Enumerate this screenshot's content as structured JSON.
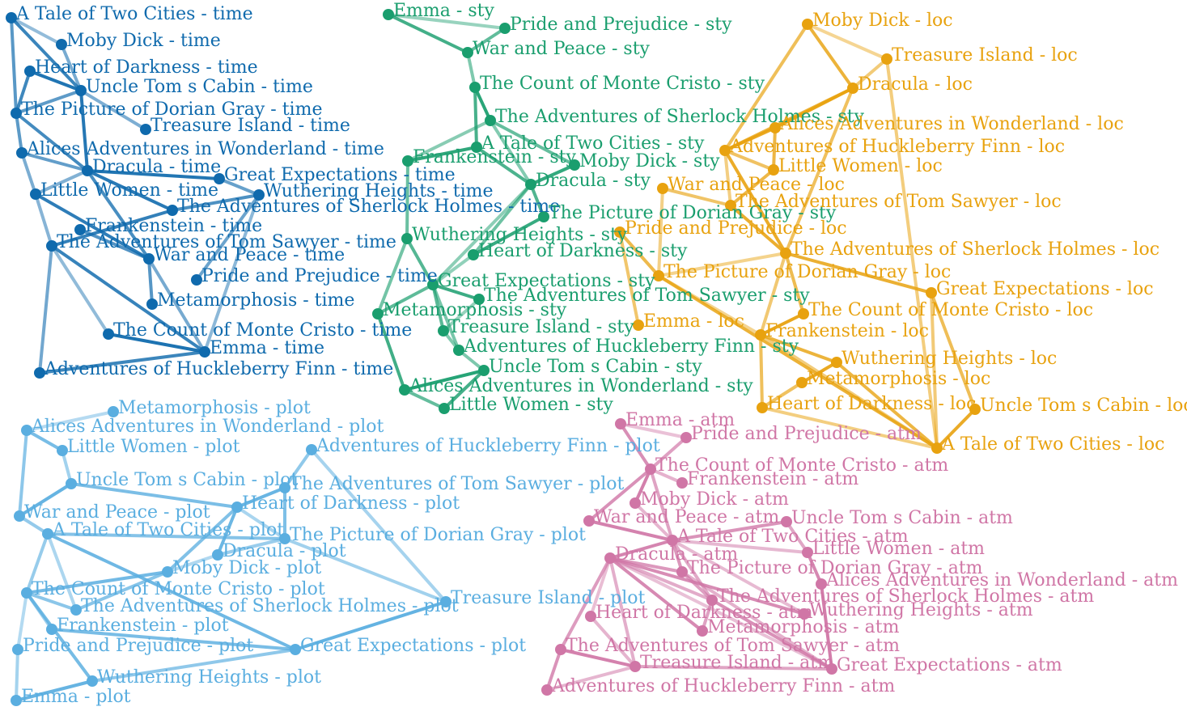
{
  "clusters": [
    {
      "id": "time",
      "color": "#0f6aad",
      "edge_color": "#0f6aad",
      "nodes": [
        {
          "label": "A Tale of Two Cities - time"
        },
        {
          "label": "Moby Dick - time"
        },
        {
          "label": "Heart of Darkness - time"
        },
        {
          "label": "Uncle Tom s Cabin - time"
        },
        {
          "label": "The Picture of Dorian Gray - time"
        },
        {
          "label": "Treasure Island - time"
        },
        {
          "label": "Alices Adventures in Wonderland - time"
        },
        {
          "label": "Dracula - time"
        },
        {
          "label": "Great Expectations - time"
        },
        {
          "label": "Little Women - time"
        },
        {
          "label": "Wuthering Heights - time"
        },
        {
          "label": "The Adventures of Sherlock Holmes - time"
        },
        {
          "label": "Frankenstein - time"
        },
        {
          "label": "The Adventures of Tom Sawyer - time"
        },
        {
          "label": "War and Peace - time"
        },
        {
          "label": "Pride and Prejudice - time"
        },
        {
          "label": "Metamorphosis - time"
        },
        {
          "label": "The Count of Monte Cristo - time"
        },
        {
          "label": "Emma - time"
        },
        {
          "label": "Adventures of Huckleberry Finn - time"
        }
      ],
      "edges": [
        [
          0,
          1
        ],
        [
          0,
          3
        ],
        [
          0,
          4
        ],
        [
          1,
          3
        ],
        [
          2,
          3
        ],
        [
          2,
          4
        ],
        [
          3,
          4
        ],
        [
          3,
          5
        ],
        [
          3,
          7
        ],
        [
          4,
          7
        ],
        [
          6,
          7
        ],
        [
          7,
          9
        ],
        [
          7,
          11
        ],
        [
          7,
          14
        ],
        [
          8,
          10
        ],
        [
          9,
          13
        ],
        [
          9,
          14
        ],
        [
          10,
          11
        ],
        [
          10,
          15
        ],
        [
          10,
          18
        ],
        [
          11,
          13
        ],
        [
          12,
          14
        ],
        [
          13,
          19
        ],
        [
          13,
          17
        ],
        [
          13,
          18
        ],
        [
          14,
          16
        ],
        [
          14,
          18
        ],
        [
          17,
          18
        ],
        [
          18,
          19
        ],
        [
          4,
          6
        ],
        [
          6,
          9
        ],
        [
          7,
          8
        ]
      ]
    },
    {
      "id": "sty",
      "color": "#1a9e6e",
      "edge_color": "#1a9e6e",
      "nodes": [
        {
          "label": "Emma - sty"
        },
        {
          "label": "Pride and Prejudice - sty"
        },
        {
          "label": "War and Peace - sty"
        },
        {
          "label": "The Count of Monte Cristo - sty"
        },
        {
          "label": "The Adventures of Sherlock Holmes - sty"
        },
        {
          "label": "A Tale of Two Cities - sty"
        },
        {
          "label": "Frankenstein - sty"
        },
        {
          "label": "Moby Dick - sty"
        },
        {
          "label": "Dracula - sty"
        },
        {
          "label": "The Picture of Dorian Gray - sty"
        },
        {
          "label": "Wuthering Heights - sty"
        },
        {
          "label": "Heart of Darkness - sty"
        },
        {
          "label": "Great Expectations - sty"
        },
        {
          "label": "The Adventures of Tom Sawyer - sty"
        },
        {
          "label": "Metamorphosis - sty"
        },
        {
          "label": "Treasure Island - sty"
        },
        {
          "label": "Adventures of Huckleberry Finn - sty"
        },
        {
          "label": "Uncle Tom s Cabin - sty"
        },
        {
          "label": "Alices Adventures in Wonderland - sty"
        },
        {
          "label": "Little Women - sty"
        }
      ],
      "edges": [
        [
          0,
          1
        ],
        [
          0,
          2
        ],
        [
          1,
          2
        ],
        [
          2,
          3
        ],
        [
          3,
          4
        ],
        [
          3,
          5
        ],
        [
          4,
          7
        ],
        [
          4,
          8
        ],
        [
          5,
          6
        ],
        [
          5,
          8
        ],
        [
          6,
          10
        ],
        [
          4,
          6
        ],
        [
          7,
          8
        ],
        [
          8,
          9
        ],
        [
          8,
          11
        ],
        [
          8,
          12
        ],
        [
          9,
          11
        ],
        [
          10,
          12
        ],
        [
          10,
          14
        ],
        [
          11,
          12
        ],
        [
          12,
          13
        ],
        [
          12,
          15
        ],
        [
          12,
          16
        ],
        [
          13,
          15
        ],
        [
          14,
          18
        ],
        [
          14,
          12
        ],
        [
          16,
          17
        ],
        [
          17,
          18
        ],
        [
          17,
          19
        ],
        [
          18,
          19
        ],
        [
          15,
          16
        ]
      ]
    },
    {
      "id": "loc",
      "color": "#e8a20f",
      "edge_color": "#e8a20f",
      "nodes": [
        {
          "label": "Moby Dick - loc"
        },
        {
          "label": "Treasure Island - loc"
        },
        {
          "label": "Dracula - loc"
        },
        {
          "label": "Alices Adventures in Wonderland - loc"
        },
        {
          "label": "Adventures of Huckleberry Finn - loc"
        },
        {
          "label": "Little Women - loc"
        },
        {
          "label": "War and Peace - loc"
        },
        {
          "label": "The Adventures of Tom Sawyer - loc"
        },
        {
          "label": "Pride and Prejudice - loc"
        },
        {
          "label": "The Adventures of Sherlock Holmes - loc"
        },
        {
          "label": "The Picture of Dorian Gray - loc"
        },
        {
          "label": "Great Expectations - loc"
        },
        {
          "label": "The Count of Monte Cristo - loc"
        },
        {
          "label": "Emma - loc"
        },
        {
          "label": "Frankenstein - loc"
        },
        {
          "label": "Wuthering Heights - loc"
        },
        {
          "label": "Metamorphosis - loc"
        },
        {
          "label": "Heart of Darkness - loc"
        },
        {
          "label": "Uncle Tom s Cabin - loc"
        },
        {
          "label": "A Tale of Two Cities - loc"
        }
      ],
      "edges": [
        [
          0,
          1
        ],
        [
          0,
          2
        ],
        [
          0,
          4
        ],
        [
          1,
          2
        ],
        [
          2,
          3
        ],
        [
          2,
          4
        ],
        [
          2,
          9
        ],
        [
          1,
          19
        ],
        [
          3,
          4
        ],
        [
          3,
          5
        ],
        [
          4,
          5
        ],
        [
          4,
          7
        ],
        [
          4,
          9
        ],
        [
          5,
          7
        ],
        [
          6,
          7
        ],
        [
          6,
          10
        ],
        [
          7,
          9
        ],
        [
          8,
          10
        ],
        [
          8,
          13
        ],
        [
          9,
          10
        ],
        [
          9,
          11
        ],
        [
          9,
          12
        ],
        [
          9,
          14
        ],
        [
          10,
          14
        ],
        [
          10,
          19
        ],
        [
          11,
          18
        ],
        [
          11,
          19
        ],
        [
          12,
          14
        ],
        [
          14,
          15
        ],
        [
          14,
          17
        ],
        [
          14,
          19
        ],
        [
          15,
          16
        ],
        [
          15,
          19
        ],
        [
          16,
          17
        ],
        [
          17,
          19
        ],
        [
          18,
          19
        ]
      ]
    },
    {
      "id": "plot",
      "color": "#5aaee0",
      "edge_color": "#5aaee0",
      "nodes": [
        {
          "label": "Metamorphosis - plot"
        },
        {
          "label": "Alices Adventures in Wonderland - plot"
        },
        {
          "label": "Little Women - plot"
        },
        {
          "label": "Adventures of Huckleberry Finn - plot"
        },
        {
          "label": "Uncle Tom s Cabin - plot"
        },
        {
          "label": "The Adventures of Tom Sawyer - plot"
        },
        {
          "label": "War and Peace - plot"
        },
        {
          "label": "Heart of Darkness - plot"
        },
        {
          "label": "A Tale of Two Cities - plot"
        },
        {
          "label": "The Picture of Dorian Gray - plot"
        },
        {
          "label": "Dracula - plot"
        },
        {
          "label": "Moby Dick - plot"
        },
        {
          "label": "The Count of Monte Cristo - plot"
        },
        {
          "label": "The Adventures of Sherlock Holmes - plot"
        },
        {
          "label": "Treasure Island - plot"
        },
        {
          "label": "Frankenstein - plot"
        },
        {
          "label": "Great Expectations - plot"
        },
        {
          "label": "Pride and Prejudice - plot"
        },
        {
          "label": "Wuthering Heights - plot"
        },
        {
          "label": "Emma - plot"
        }
      ],
      "edges": [
        [
          0,
          1
        ],
        [
          1,
          2
        ],
        [
          1,
          6
        ],
        [
          2,
          4
        ],
        [
          4,
          6
        ],
        [
          4,
          7
        ],
        [
          3,
          5
        ],
        [
          3,
          14
        ],
        [
          5,
          7
        ],
        [
          5,
          9
        ],
        [
          6,
          8
        ],
        [
          7,
          9
        ],
        [
          7,
          10
        ],
        [
          7,
          11
        ],
        [
          8,
          12
        ],
        [
          8,
          13
        ],
        [
          8,
          16
        ],
        [
          8,
          9
        ],
        [
          9,
          10
        ],
        [
          10,
          11
        ],
        [
          11,
          12
        ],
        [
          11,
          13
        ],
        [
          12,
          15
        ],
        [
          12,
          17
        ],
        [
          12,
          18
        ],
        [
          12,
          13
        ],
        [
          9,
          14
        ],
        [
          14,
          16
        ],
        [
          15,
          16
        ],
        [
          16,
          18
        ],
        [
          17,
          19
        ],
        [
          18,
          19
        ]
      ]
    },
    {
      "id": "atm",
      "color": "#d076a6",
      "edge_color": "#d076a6",
      "nodes": [
        {
          "label": "Emma - atm"
        },
        {
          "label": "Pride and Prejudice - atm"
        },
        {
          "label": "The Count of Monte Cristo - atm"
        },
        {
          "label": "Frankenstein - atm"
        },
        {
          "label": "Moby Dick - atm"
        },
        {
          "label": "War and Peace - atm"
        },
        {
          "label": "Uncle Tom s Cabin - atm"
        },
        {
          "label": "A Tale of Two Cities - atm"
        },
        {
          "label": "Little Women - atm"
        },
        {
          "label": "Dracula - atm"
        },
        {
          "label": "The Picture of Dorian Gray - atm"
        },
        {
          "label": "Alices Adventures in Wonderland - atm"
        },
        {
          "label": "The Adventures of Sherlock Holmes - atm"
        },
        {
          "label": "Heart of Darkness - atm"
        },
        {
          "label": "Wuthering Heights - atm"
        },
        {
          "label": "Metamorphosis - atm"
        },
        {
          "label": "The Adventures of Tom Sawyer - atm"
        },
        {
          "label": "Treasure Island - atm"
        },
        {
          "label": "Great Expectations - atm"
        },
        {
          "label": "Adventures of Huckleberry Finn - atm"
        }
      ],
      "edges": [
        [
          0,
          1
        ],
        [
          0,
          2
        ],
        [
          1,
          2
        ],
        [
          2,
          3
        ],
        [
          2,
          4
        ],
        [
          2,
          5
        ],
        [
          2,
          7
        ],
        [
          4,
          7
        ],
        [
          5,
          7
        ],
        [
          6,
          7
        ],
        [
          6,
          8
        ],
        [
          7,
          8
        ],
        [
          7,
          9
        ],
        [
          7,
          10
        ],
        [
          7,
          12
        ],
        [
          7,
          14
        ],
        [
          8,
          11
        ],
        [
          9,
          10
        ],
        [
          9,
          12
        ],
        [
          9,
          13
        ],
        [
          9,
          15
        ],
        [
          9,
          16
        ],
        [
          9,
          17
        ],
        [
          9,
          18
        ],
        [
          9,
          14
        ],
        [
          10,
          12
        ],
        [
          10,
          18
        ],
        [
          11,
          18
        ],
        [
          12,
          18
        ],
        [
          12,
          15
        ],
        [
          13,
          17
        ],
        [
          16,
          17
        ],
        [
          16,
          19
        ],
        [
          17,
          18
        ],
        [
          17,
          19
        ]
      ]
    }
  ]
}
